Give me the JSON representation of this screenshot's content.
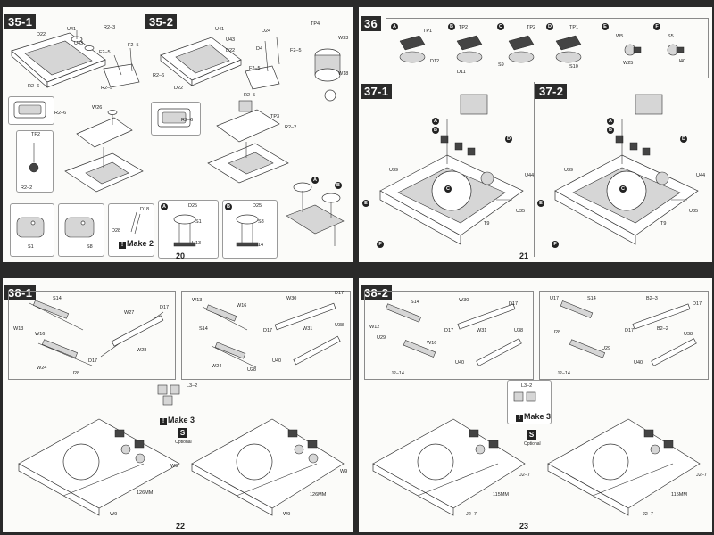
{
  "pages": [
    {
      "number": "20"
    },
    {
      "number": "21"
    },
    {
      "number": "22"
    },
    {
      "number": "23"
    }
  ],
  "steps": {
    "s35_1": "35-1",
    "s35_2": "35-2",
    "s36": "36",
    "s37_1": "37-1",
    "s37_2": "37-2",
    "s38_1": "38-1",
    "s38_2": "38-2"
  },
  "labels": {
    "D22": "D22",
    "U41": "U41",
    "U43": "U43",
    "R2_3": "R2–3",
    "F2_5": "F2–5",
    "R2_6": "R2–6",
    "R2_5": "R2–5",
    "D24": "D24",
    "D4": "D4",
    "TP4": "TP4",
    "W23": "W23",
    "W18": "W18",
    "TP3": "TP3",
    "R2_2": "R2–2",
    "W26": "W26",
    "TP2": "TP2",
    "D25": "D25",
    "S1": "S1",
    "S8": "S8",
    "D18": "D18",
    "D28": "D28",
    "U13": "U13",
    "U14": "U14",
    "TP1": "TP1",
    "D12": "D12",
    "D11": "D11",
    "S9": "S9",
    "S10": "S10",
    "W5": "W5",
    "W25": "W25",
    "S5": "S5",
    "U40": "U40",
    "U39": "U39",
    "U44": "U44",
    "U35": "U35",
    "T9": "T9",
    "S14": "S14",
    "W13": "W13",
    "W16": "W16",
    "W27": "W27",
    "D17": "D17",
    "W28": "W28",
    "W24": "W24",
    "U28": "U28",
    "W30": "W30",
    "W31": "W31",
    "U38": "U38",
    "W9": "W9",
    "L3_2": "L3–2",
    "W12": "W12",
    "U29": "U29",
    "J2_14": "J2–14",
    "U17": "U17",
    "B2_3": "B2–3",
    "B2_2": "B2–2",
    "J2_7": "J2–7",
    "mm126": "126MM",
    "mm115": "115MM"
  },
  "make2": "Make 2",
  "make3": "Make 3",
  "optional": "Optional",
  "circle_letters": {
    "A": "A",
    "B": "B",
    "C": "C",
    "D": "D",
    "E": "E",
    "F": "F"
  }
}
